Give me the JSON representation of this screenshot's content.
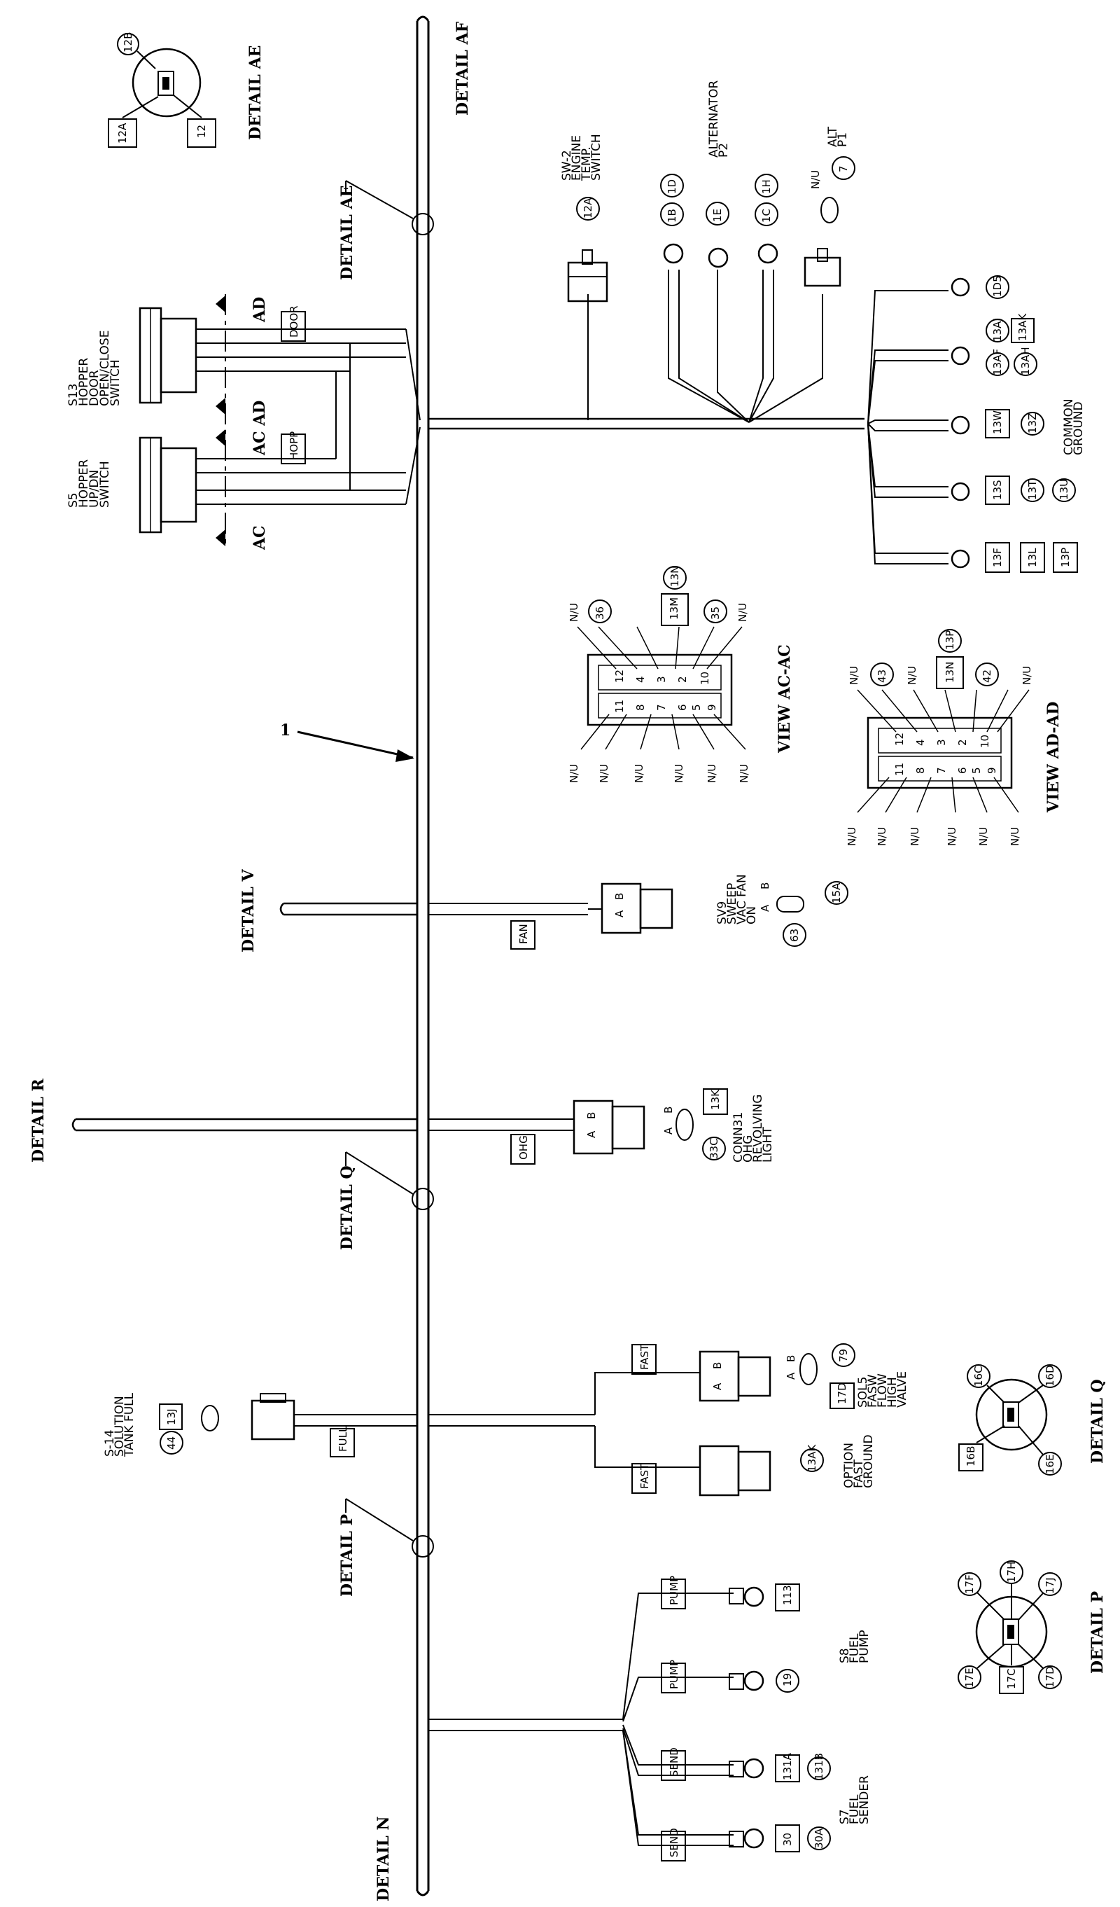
{
  "details": {
    "ae": "DETAIL AE",
    "af": "DETAIL AF",
    "ae_callout": "DETAIL AE",
    "v": "DETAIL V",
    "r": "DETAIL R",
    "q_callout": "DETAIL Q",
    "p_callout": "DETAIL P",
    "n": "DETAIL N",
    "q": "DETAIL Q",
    "p": "DETAIL P"
  },
  "views": {
    "ac_ac": "VIEW AC-AC",
    "ad_ad": "VIEW AD-AD",
    "ac": "AC",
    "ad": "AD",
    "ac_ad": "AC AD"
  },
  "item_number": "1",
  "components": {
    "s13": [
      "S13",
      "HOPPER",
      "DOOR",
      "OPEN/CLOSE",
      "SWITCH"
    ],
    "s5": [
      "S5",
      "HOPPER",
      "UP/DN",
      "SWITCH"
    ],
    "sw2": [
      "SW-2",
      "ENGINE",
      "TEMP.",
      "SWITCH"
    ],
    "alternator": [
      "ALTERNATOR",
      "P2"
    ],
    "alt_p1": [
      "ALT",
      "P1"
    ],
    "common_ground": [
      "COMMON",
      "GROUND"
    ],
    "sv9": [
      "SV9",
      "SWEEP",
      "VAC FAN",
      "ON"
    ],
    "conn31": [
      "CONN31",
      "OHG",
      "REVOLVING",
      "LIGHT"
    ],
    "s14": [
      "S-14",
      "SOLUTION",
      "TANK FULL"
    ],
    "sol5": [
      "SOL5",
      "FASW",
      "FLOW",
      "HIGH",
      "VALVE"
    ],
    "option": [
      "OPTION",
      "FAST",
      "GROUND"
    ],
    "s8": [
      "S8",
      "FUEL",
      "PUMP"
    ],
    "s7": [
      "S7",
      "FUEL",
      "SENDER"
    ]
  },
  "tags": {
    "door": "DOOR",
    "hopp": "HOPP",
    "fan": "FAN",
    "ohg": "OHG",
    "full": "FULL",
    "fast1": "FAST",
    "fast2": "FAST",
    "pump1": "PUMP",
    "pump2": "PUMP",
    "send1": "SEND",
    "send2": "SEND"
  },
  "wire_refs": {
    "detail_ae": [
      "12B",
      "12A",
      "12"
    ],
    "sw2": "12A",
    "alternator": [
      "1B",
      "1D",
      "1E",
      "1C",
      "1H"
    ],
    "alt": [
      "N/U",
      "7"
    ],
    "ground": [
      "1D5",
      "13AJ",
      "13AK",
      "13AF",
      "13AH",
      "13W",
      "13Z",
      "13S",
      "13T",
      "13U",
      "13F",
      "13L",
      "13P"
    ],
    "view_ac_top": [
      "N/U",
      "36",
      "13M",
      "13N",
      "35",
      "N/U"
    ],
    "view_ac_bottom": [
      "N/U",
      "N/U",
      "N/U",
      "N/U",
      "N/U",
      "N/U"
    ],
    "view_ac_pins_top": [
      "12",
      "4",
      "3",
      "2",
      "10"
    ],
    "view_ac_pins_bottom": [
      "11",
      "8",
      "7",
      "6",
      "5",
      "9"
    ],
    "view_ad_top": [
      "N/U",
      "43",
      "N/U",
      "13N",
      "13P",
      "42",
      "N/U"
    ],
    "view_ad_bottom": [
      "N/U",
      "N/U",
      "N/U",
      "N/U",
      "N/U",
      "N/U"
    ],
    "view_ad_pins_top": [
      "12",
      "4",
      "3",
      "2",
      "10"
    ],
    "view_ad_pins_bottom": [
      "11",
      "8",
      "7",
      "6",
      "5",
      "9"
    ],
    "sv9": [
      "B",
      "A",
      "15A",
      "63"
    ],
    "sv9_pins": [
      "B",
      "A"
    ],
    "conn31": [
      "A",
      "B",
      "13K",
      "33C"
    ],
    "conn31_pins": [
      "A",
      "B"
    ],
    "s14": [
      "13J",
      "44"
    ],
    "sol5": [
      "79",
      "17D",
      "A",
      "B"
    ],
    "sol5_pins": [
      "A",
      "B"
    ],
    "option": "13AK",
    "detail_q": [
      "16C",
      "16D",
      "16B",
      "16E"
    ],
    "detail_p": [
      "17F",
      "17H",
      "17J",
      "17E",
      "17C",
      "17D"
    ],
    "s8": [
      "113",
      "19"
    ],
    "s7": [
      "131A",
      "131B",
      "30",
      "30A"
    ]
  }
}
